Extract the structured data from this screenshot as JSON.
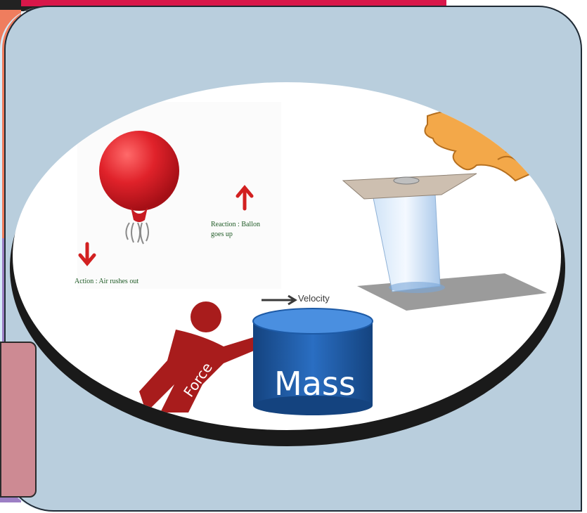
{
  "labels": {
    "reaction": "Reaction : Ballon",
    "reaction_line2": "goes up",
    "action": "Action : Air rushes out",
    "velocity": "Velocity",
    "force": "Force",
    "mass": "Mass"
  },
  "colors": {
    "accent_line": "#d8174a",
    "panel_bg": "#b9cedd",
    "balloon": "#d81f26",
    "mass_cylinder": "#1f5aa8",
    "force_figure": "#a81c1c"
  }
}
